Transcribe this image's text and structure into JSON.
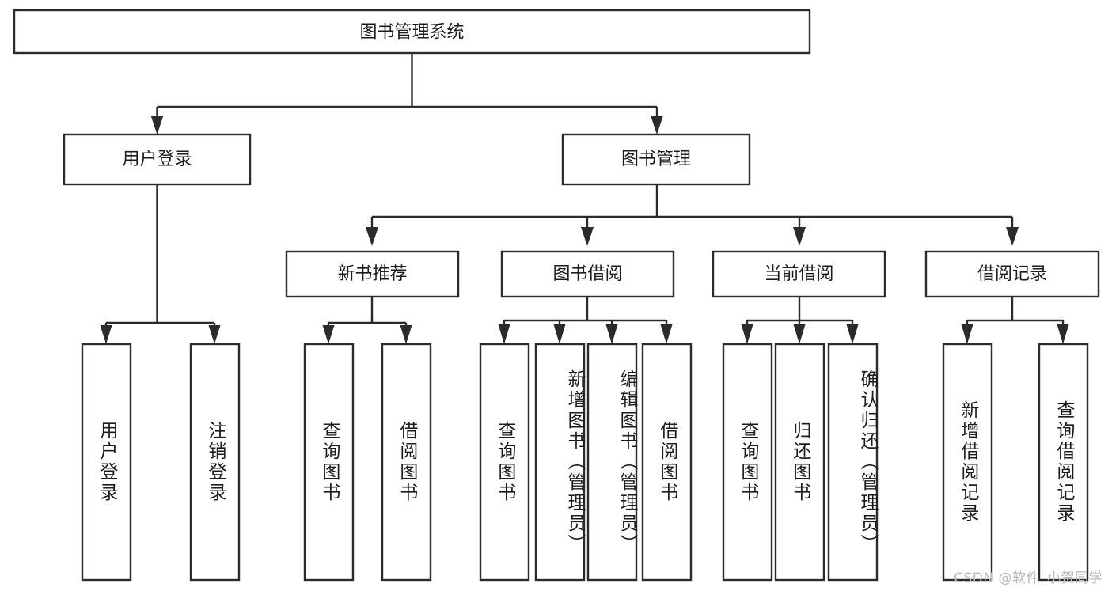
{
  "diagram": {
    "title": "图书管理系统",
    "type": "tree",
    "root": {
      "id": "root",
      "label": "图书管理系统",
      "orientation": "horizontal"
    },
    "level2": [
      {
        "id": "user-login",
        "label": "用户登录",
        "orientation": "horizontal"
      },
      {
        "id": "book-management",
        "label": "图书管理",
        "orientation": "horizontal"
      }
    ],
    "level3": [
      {
        "id": "new-book-recommend",
        "label": "新书推荐",
        "orientation": "horizontal",
        "parent": "book-management"
      },
      {
        "id": "book-borrow",
        "label": "图书借阅",
        "orientation": "horizontal",
        "parent": "book-management"
      },
      {
        "id": "current-borrow",
        "label": "当前借阅",
        "orientation": "horizontal",
        "parent": "book-management"
      },
      {
        "id": "borrow-record",
        "label": "借阅记录",
        "orientation": "horizontal",
        "parent": "book-management"
      }
    ],
    "leaves": [
      {
        "id": "leaf-user-login",
        "label": "用户登录",
        "orientation": "vertical",
        "parent": "user-login"
      },
      {
        "id": "leaf-logout-login",
        "label": "注销登录",
        "orientation": "vertical",
        "parent": "user-login"
      },
      {
        "id": "leaf-query-book-1",
        "label": "查询图书",
        "orientation": "vertical",
        "parent": "new-book-recommend"
      },
      {
        "id": "leaf-borrow-book-1",
        "label": "借阅图书",
        "orientation": "vertical",
        "parent": "new-book-recommend"
      },
      {
        "id": "leaf-query-book-2",
        "label": "查询图书",
        "orientation": "vertical",
        "parent": "book-borrow"
      },
      {
        "id": "leaf-add-book",
        "label": "新增图书（管理员）",
        "orientation": "vertical",
        "parent": "book-borrow"
      },
      {
        "id": "leaf-edit-book",
        "label": "编辑图书（管理员）",
        "orientation": "vertical",
        "parent": "book-borrow"
      },
      {
        "id": "leaf-borrow-book-2",
        "label": "借阅图书",
        "orientation": "vertical",
        "parent": "book-borrow"
      },
      {
        "id": "leaf-query-book-3",
        "label": "查询图书",
        "orientation": "vertical",
        "parent": "current-borrow"
      },
      {
        "id": "leaf-return-book",
        "label": "归还图书",
        "orientation": "vertical",
        "parent": "current-borrow"
      },
      {
        "id": "leaf-confirm-return",
        "label": "确认归还（管理员）",
        "orientation": "vertical",
        "parent": "current-borrow"
      },
      {
        "id": "leaf-add-record",
        "label": "新增借阅记录",
        "orientation": "vertical",
        "parent": "borrow-record"
      },
      {
        "id": "leaf-query-record",
        "label": "查询借阅记录",
        "orientation": "vertical",
        "parent": "borrow-record"
      }
    ],
    "colors": {
      "box_fill": "#ffffff",
      "box_stroke": "#2b2b2b",
      "text": "#1c1c1c",
      "background": "#ffffff",
      "watermark": "#b9b9b9"
    }
  },
  "watermark": {
    "text": "CSDN @软件_小贺同学"
  }
}
